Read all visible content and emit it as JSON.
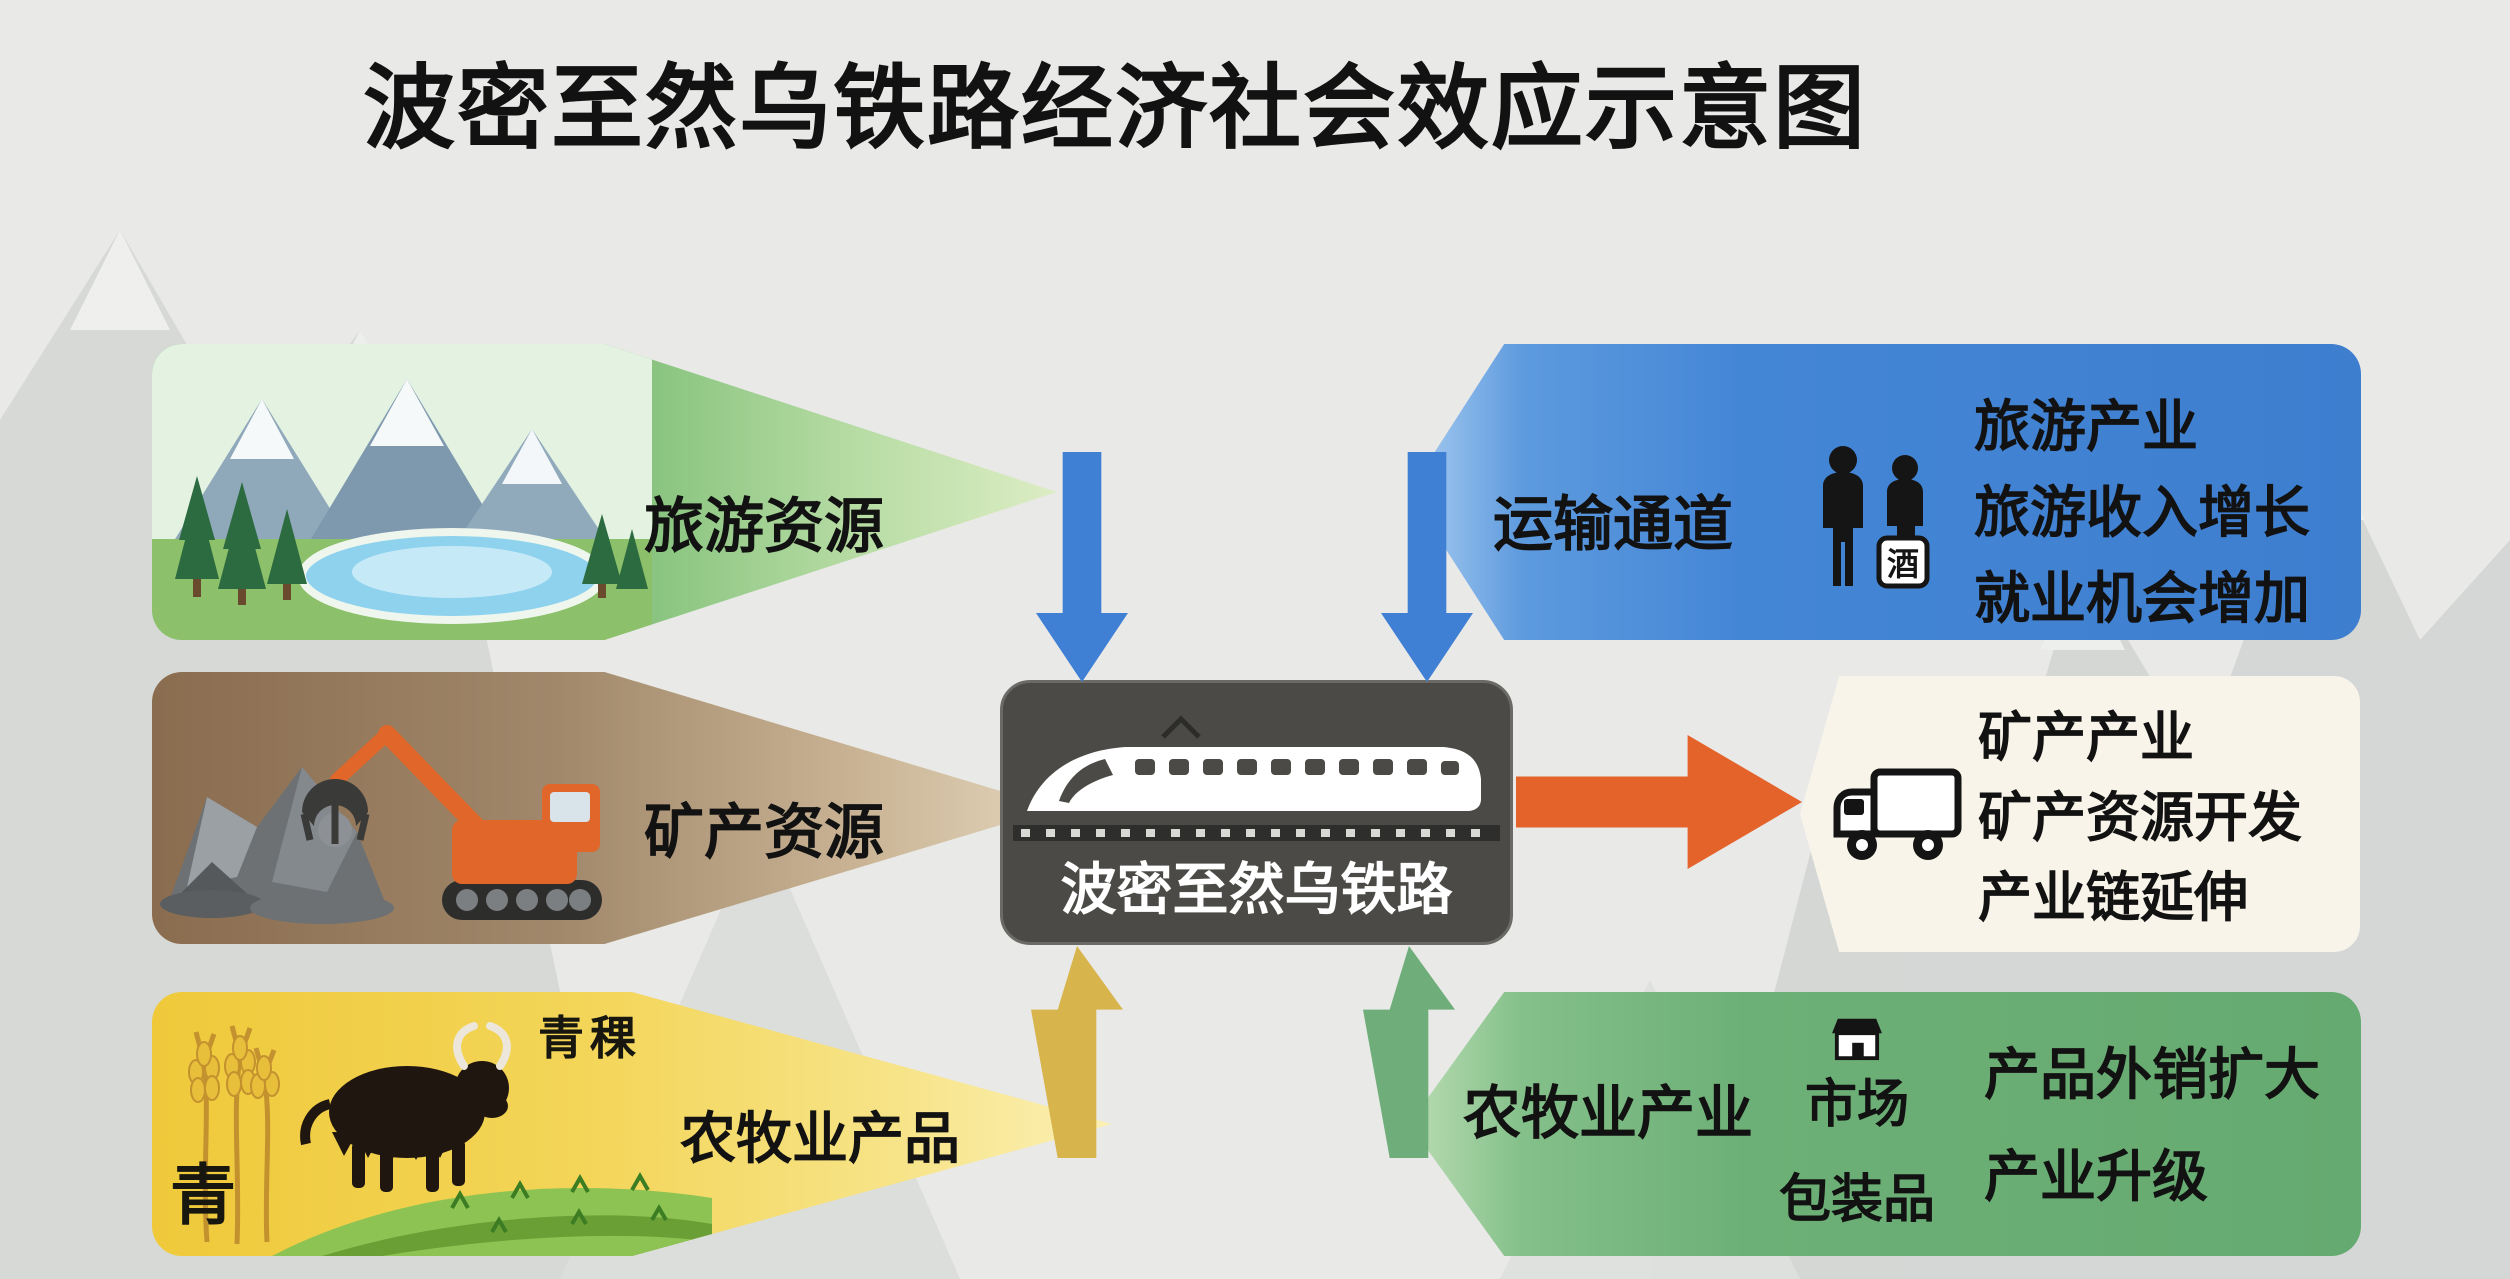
{
  "title": "波密至然乌铁路经济社会效应示意图",
  "center": {
    "label": "波密至然乌铁路"
  },
  "blocks": {
    "tourism": {
      "label": "旅游资源"
    },
    "mineral": {
      "label": "矿产资源"
    },
    "agriculture": {
      "label": "农牧业产品",
      "crop_char": "青",
      "crop_label": "青稞"
    },
    "transport": {
      "label": "运输通道",
      "hotel_sign": "酒",
      "lines": [
        "旅游产业",
        "旅游收入增长",
        "就业机会增加"
      ]
    },
    "mineral_industry": {
      "lines": [
        "矿产产业",
        "矿产资源开发",
        "产业链延伸"
      ]
    },
    "agri_industry": {
      "label": "农牧业产业",
      "market_label": "市场",
      "packaging_label": "包装品",
      "lines": [
        "产品外销扩大",
        "产业升级"
      ]
    }
  },
  "colors": {
    "tourism_green": "#4e9d58",
    "mineral_brown": "#8a6c4f",
    "agriculture_yellow": "#efc93a",
    "transport_blue": "#4486d6",
    "agri_industry_green": "#6db077",
    "mineral_industry_cream": "#f8f4ea",
    "railway_box_gray": "#4b4a47",
    "arrow_blue": "#3f7fd4",
    "arrow_orange": "#e4632b",
    "arrow_gold": "#d8b44c",
    "arrow_green": "#6fad7a"
  }
}
